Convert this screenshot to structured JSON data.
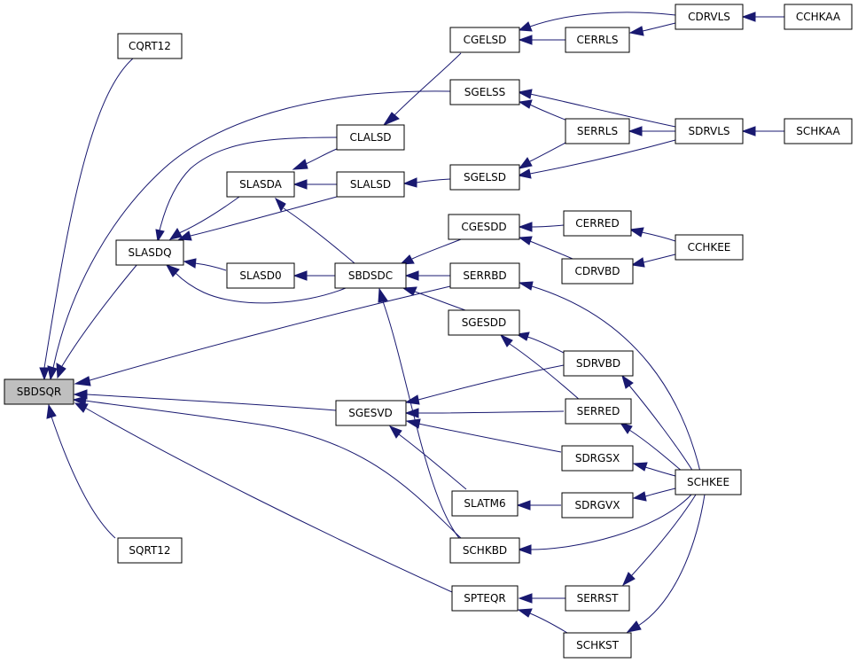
{
  "nodes": {
    "SBDSQR": "SBDSQR",
    "CQRT12": "CQRT12",
    "SLASDQ": "SLASDQ",
    "SQRT12": "SQRT12",
    "SLASDA": "SLASDA",
    "SLASD0": "SLASD0",
    "CLALSD": "CLALSD",
    "SLALSD": "SLALSD",
    "SBDSDC": "SBDSDC",
    "SGESVD": "SGESVD",
    "CGELSD": "CGELSD",
    "SGELSS": "SGELSS",
    "SGELSD": "SGELSD",
    "CGESDD": "CGESDD",
    "SERRBD": "SERRBD",
    "SGESDD": "SGESDD",
    "SLATM6": "SLATM6",
    "SCHKBD": "SCHKBD",
    "SPTEQR": "SPTEQR",
    "CERRLS": "CERRLS",
    "SERRLS": "SERRLS",
    "CERRED": "CERRED",
    "CDRVBD": "CDRVBD",
    "SDRVBD": "SDRVBD",
    "SERRED": "SERRED",
    "SDRGSX": "SDRGSX",
    "SDRGVX": "SDRGVX",
    "SERRST": "SERRST",
    "SCHKST": "SCHKST",
    "CDRVLS": "CDRVLS",
    "SDRVLS": "SDRVLS",
    "CCHKEE": "CCHKEE",
    "SCHKEE": "SCHKEE",
    "CCHKAA": "CCHKAA",
    "SCHKAA": "SCHKAA"
  },
  "colors": {
    "edge": "#191970",
    "root_fill": "#bfbfbf",
    "node_fill": "#ffffff",
    "node_border": "#000000"
  }
}
